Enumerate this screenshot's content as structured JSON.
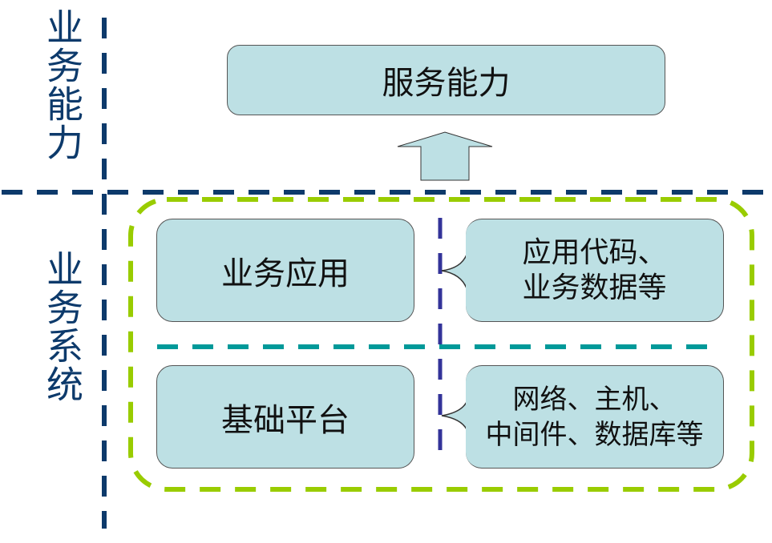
{
  "left_labels": {
    "top": "业务能力",
    "bottom": "业务系统"
  },
  "boxes": {
    "service_capability": "服务能力",
    "business_application": "业务应用",
    "base_platform": "基础平台"
  },
  "callouts": {
    "app_detail": [
      "应用代码、",
      "业务数据等"
    ],
    "platform_detail": [
      "网络、主机、",
      "中间件、数据库等"
    ]
  },
  "colors": {
    "navy_divider": "#0d3a6b",
    "green_group": "#99cc00",
    "teal_divider": "#009999",
    "indigo_divider": "#333399",
    "box_fill": "#bde0e4"
  }
}
